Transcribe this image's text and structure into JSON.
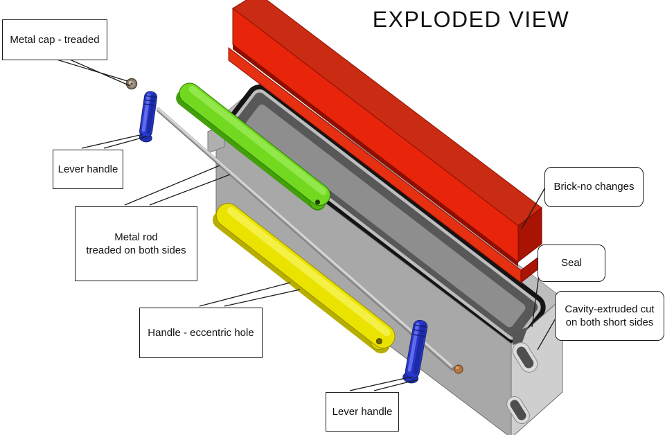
{
  "title": "EXPLODED VIEW",
  "callouts": {
    "metal_cap": {
      "label": "Metal cap - treaded"
    },
    "lever_handle_top": {
      "label": "Lever handle"
    },
    "metal_rod": {
      "line1": "Metal rod",
      "line2": "treaded on both sides"
    },
    "handle_eccentric": {
      "label": "Handle - eccentric hole"
    },
    "lever_handle_bottom": {
      "label": "Lever handle"
    },
    "brick": {
      "label": "Brick-no changes"
    },
    "seal": {
      "label": "Seal"
    },
    "cavity": {
      "line1": "Cavity-extruded cut",
      "line2": "on both short sides"
    }
  },
  "colors": {
    "brick_red": "#e8250b",
    "body_gray": "#a8a8a8",
    "handle_green": "#72d920",
    "handle_yellow": "#eae300",
    "lever_blue": "#2838cc",
    "seal_black": "#141414",
    "rod_gray": "#b8b8b8",
    "cap_bronze": "#8d7d6b",
    "cap_copper": "#b5763f"
  }
}
